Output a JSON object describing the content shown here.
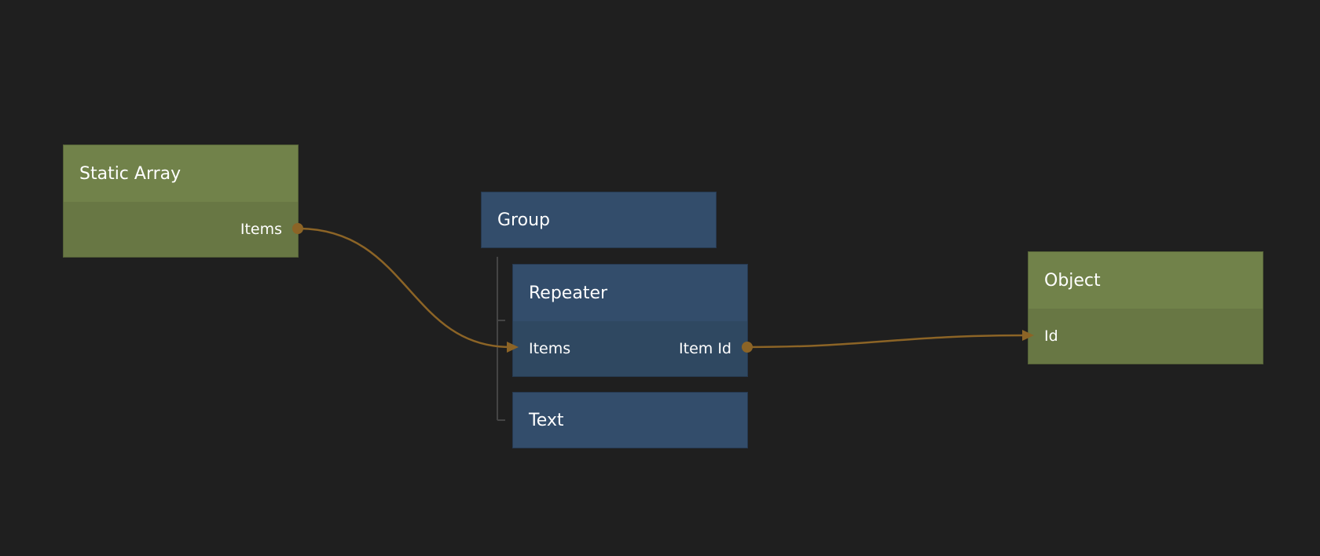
{
  "colors": {
    "background": "#1f1f1f",
    "data_node": "#71824a",
    "visual_node": "#334d6b",
    "connection": "#8c6426"
  },
  "nodes": {
    "static_array": {
      "title": "Static Array",
      "outputs": [
        "Items"
      ]
    },
    "group": {
      "title": "Group"
    },
    "repeater": {
      "title": "Repeater",
      "inputs": [
        "Items"
      ],
      "outputs": [
        "Item Id"
      ]
    },
    "text": {
      "title": "Text"
    },
    "object": {
      "title": "Object",
      "inputs": [
        "Id"
      ]
    }
  },
  "connections": [
    {
      "from": "Static Array.Items",
      "to": "Repeater.Items"
    },
    {
      "from": "Repeater.Item Id",
      "to": "Object.Id"
    }
  ]
}
